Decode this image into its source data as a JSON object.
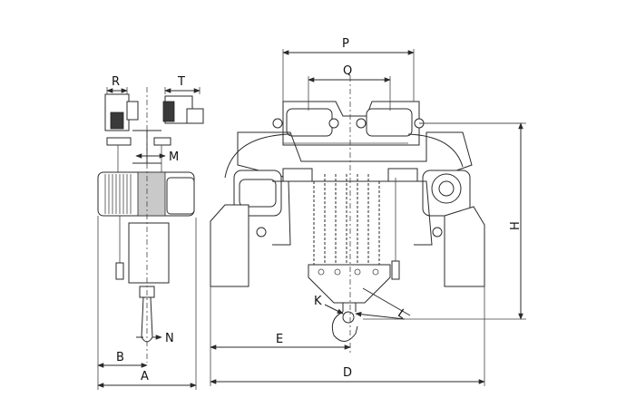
{
  "labels": {
    "P": "P",
    "Q": "Q",
    "R": "R",
    "T": "T",
    "M": "M",
    "H": "H",
    "K": "K",
    "L": "L",
    "E": "E",
    "D": "D",
    "B": "B",
    "A": "A",
    "N": "N"
  }
}
